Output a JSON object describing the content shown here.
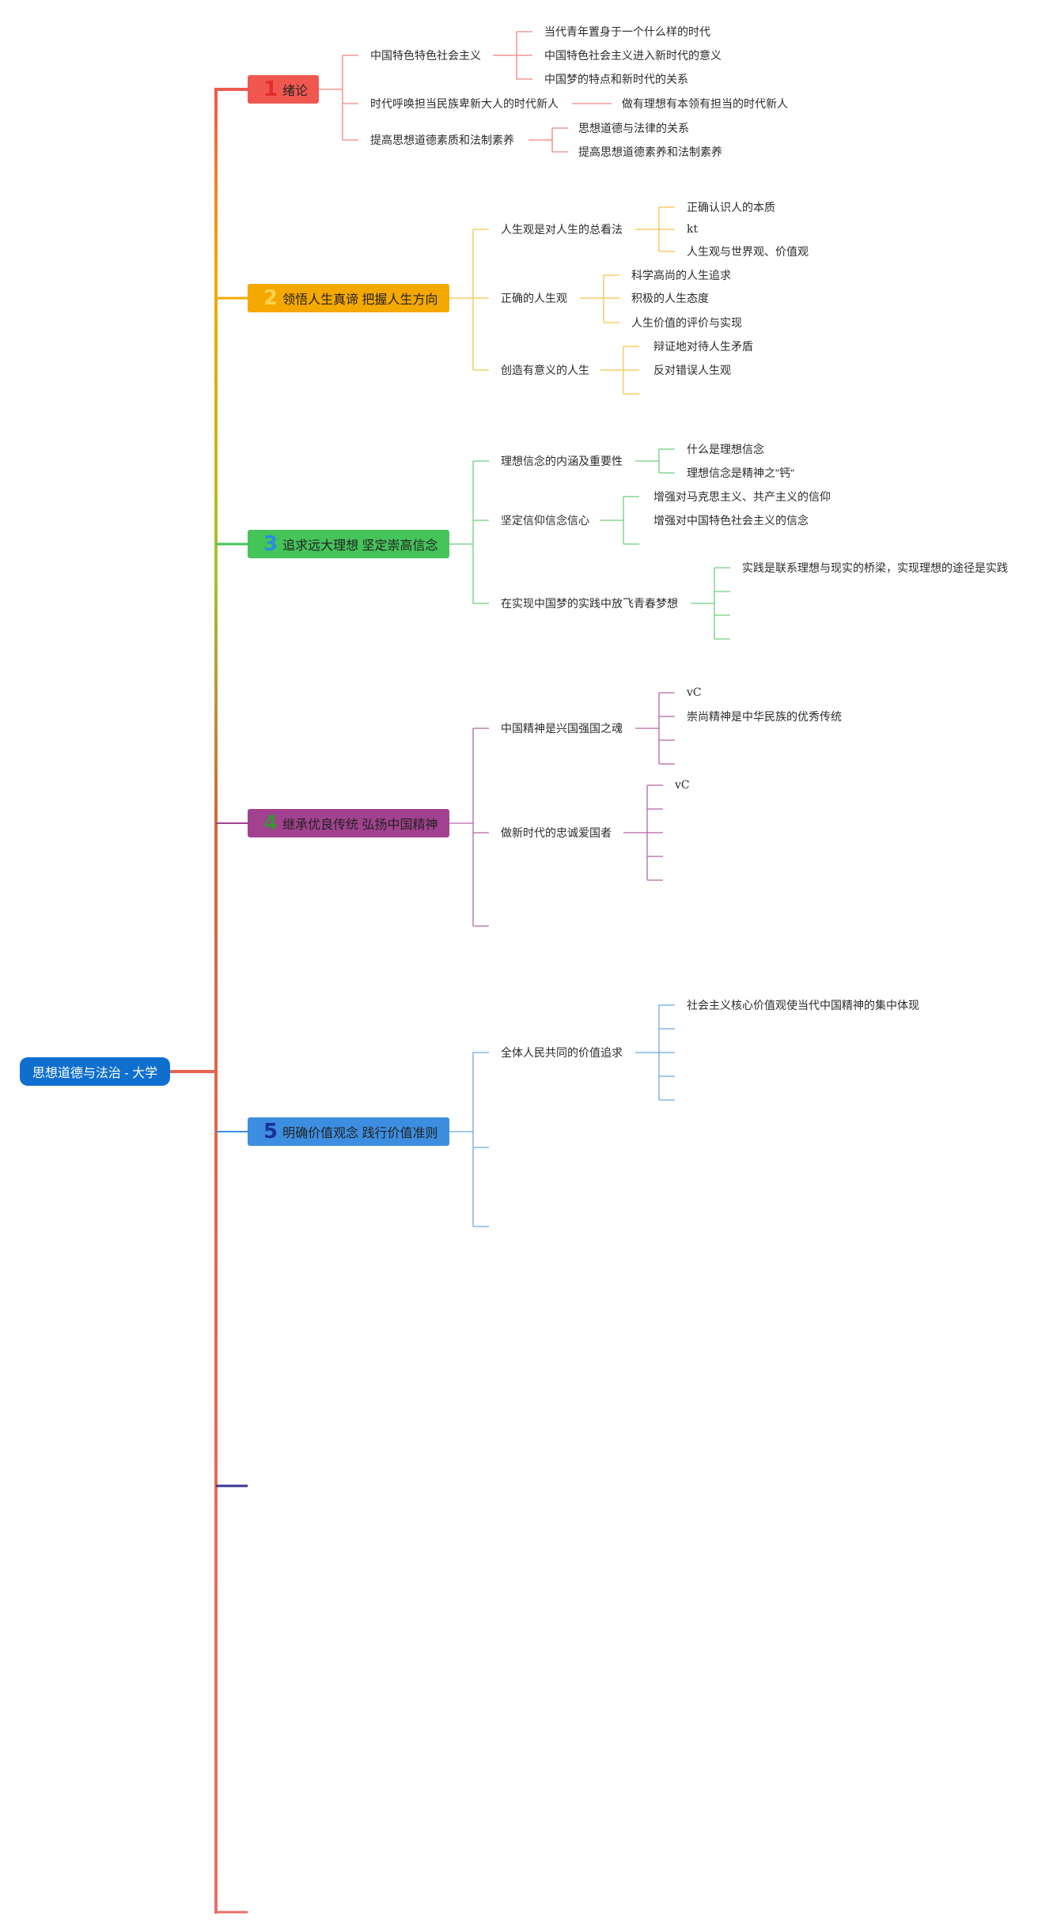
{
  "root": {
    "label": "思想道德与法治 - 大学",
    "color": "#0f6fcf"
  },
  "topics": [
    {
      "number": "1",
      "label": "绪论",
      "color": "#f0584f",
      "number_color": "#e52c2c"
    },
    {
      "number": "2",
      "label": "领悟人生真谛 把握人生方向",
      "color": "#f5a800",
      "number_color": "#fcd34d"
    },
    {
      "number": "3",
      "label": "追求远大理想 坚定崇高信念",
      "color": "#45c45a",
      "number_color": "#2a8be6"
    },
    {
      "number": "4",
      "label": "继承优良传统 弘扬中国精神",
      "color": "#a2418f",
      "number_color": "#3f8f3a"
    },
    {
      "number": "5",
      "label": "明确价值观念 践行价值准则",
      "color": "#3d8ee0",
      "number_color": "#1c2f9a"
    }
  ],
  "branches": {
    "t1": {
      "b1": "中国特色特色社会主义",
      "b1_items": [
        "当代青年置身于一个什么样的时代",
        "中国特色社会主义进入新时代的意义",
        "中国梦的特点和新时代的关系"
      ],
      "b2": "时代呼唤担当民族卑新大人的时代新人",
      "b2_items": [
        "做有理想有本领有担当的时代新人"
      ],
      "b3": "提高思想道德素质和法制素养",
      "b3_items": [
        "思想道德与法律的关系",
        "提高思想道德素养和法制素养"
      ]
    },
    "t2": {
      "b1": "人生观是对人生的总看法",
      "b1_items": [
        "正确认识人的本质",
        "kt",
        "人生观与世界观、价值观"
      ],
      "b2": "正确的人生观",
      "b2_items": [
        "科学高尚的人生追求",
        "积极的人生态度",
        "人生价值的评价与实现"
      ],
      "b3": "创造有意义的人生",
      "b3_items": [
        "辩证地对待人生矛盾",
        "反对错误人生观"
      ]
    },
    "t3": {
      "b1": "理想信念的内涵及重要性",
      "b1_items": [
        "什么是理想信念",
        "理想信念是精神之\"钙\""
      ],
      "b2": "坚定信仰信念信心",
      "b2_items": [
        "增强对马克思主义、共产主义的信仰",
        "增强对中国特色社会主义的信念"
      ],
      "b3": "在实现中国梦的实践中放飞青春梦想",
      "b3_items": [
        "实践是联系理想与现实的桥梁，实现理想的途径是实践"
      ]
    },
    "t4": {
      "b1": "中国精神是兴国强国之魂",
      "b1_items": [
        "vC",
        "崇尚精神是中华民族的优秀传统"
      ],
      "b2": "做新时代的忠诚爱国者",
      "b2_items": [
        "vC"
      ]
    },
    "t5": {
      "b1": "全体人民共同的价值追求",
      "b1_items": [
        "社会主义核心价值观使当代中国精神的集中体现"
      ]
    }
  }
}
